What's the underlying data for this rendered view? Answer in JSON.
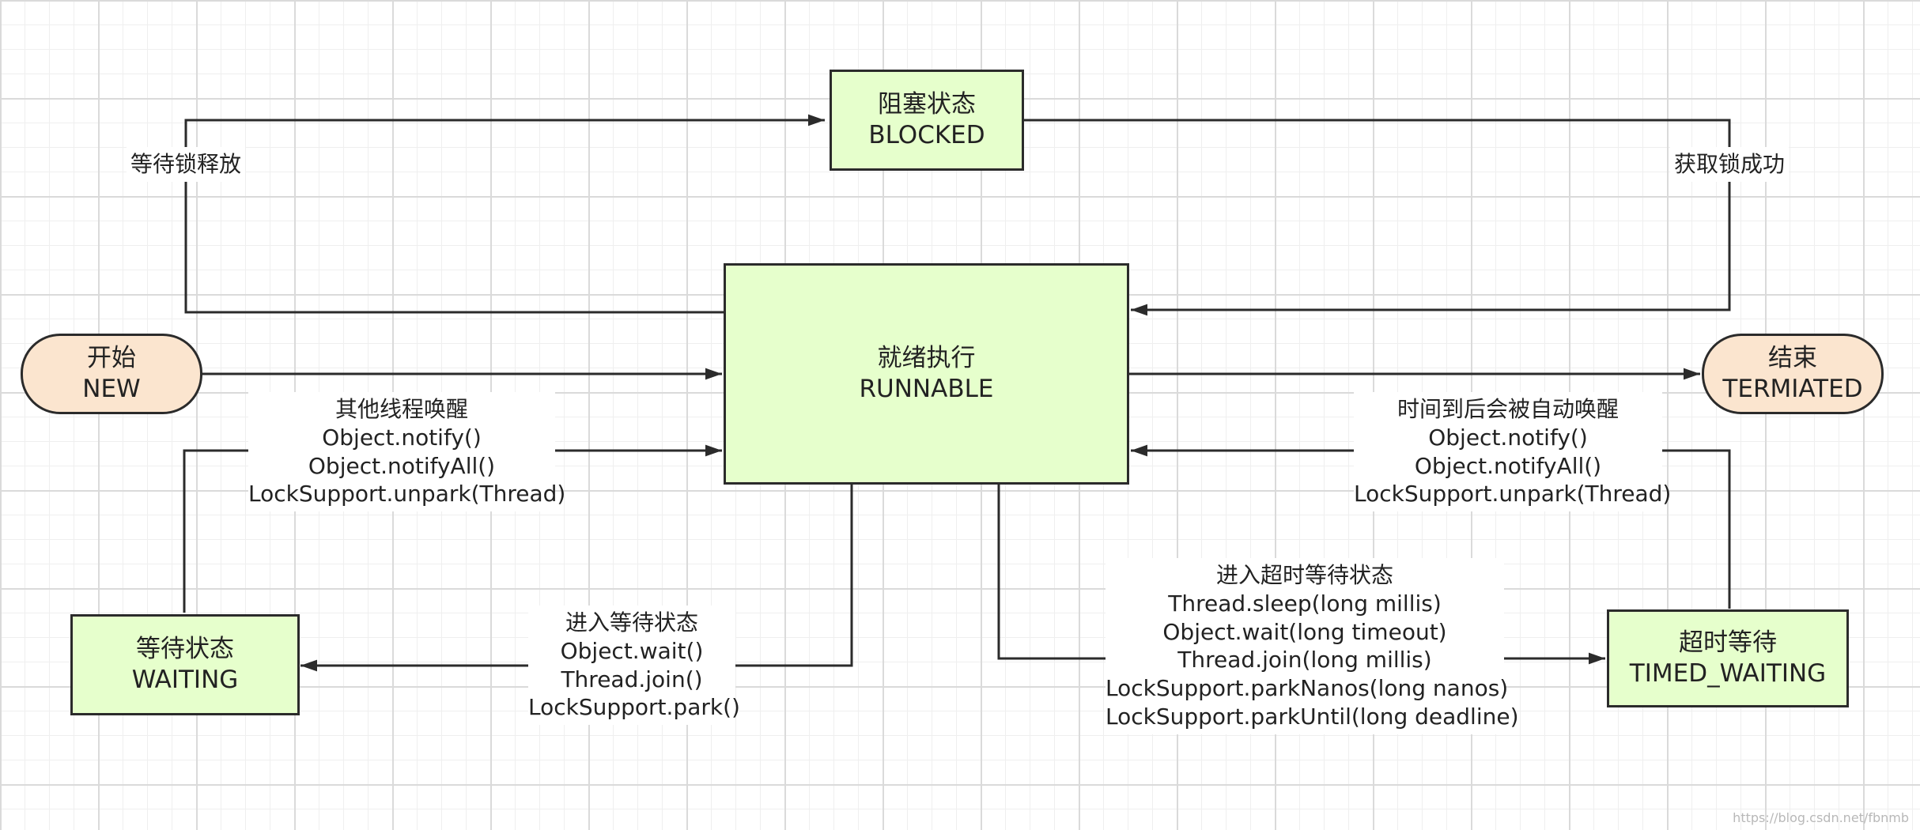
{
  "nodes": {
    "blocked": {
      "zh": "阻塞状态",
      "en": "BLOCKED"
    },
    "runnable": {
      "zh": "就绪执行",
      "en": "RUNNABLE"
    },
    "start": {
      "zh": "开始",
      "en": "NEW"
    },
    "end": {
      "zh": "结束",
      "en": "TERMIATED"
    },
    "waiting": {
      "zh": "等待状态",
      "en": "WAITING"
    },
    "timed_waiting": {
      "zh": "超时等待",
      "en": "TIMED_WAITING"
    }
  },
  "edges": {
    "wait_lock": {
      "lines": [
        "等待锁释放"
      ]
    },
    "acquire_lock": {
      "lines": [
        "获取锁成功"
      ]
    },
    "waiting_to_runnable": {
      "lines": [
        "其他线程唤醒",
        "Object.notify()",
        "Object.notifyAll()",
        "LockSupport.unpark(Thread)"
      ]
    },
    "runnable_to_waiting": {
      "lines": [
        "进入等待状态",
        "Object.wait()",
        "Thread.join()",
        "LockSupport.park()"
      ]
    },
    "timed_to_runnable": {
      "lines": [
        "时间到后会被自动唤醒",
        "Object.notify()",
        "Object.notifyAll()",
        "LockSupport.unpark(Thread)"
      ]
    },
    "runnable_to_timed": {
      "lines": [
        "进入超时等待状态",
        "Thread.sleep(long millis)",
        "Object.wait(long timeout)",
        "Thread.join(long millis)",
        "LockSupport.parkNanos(long nanos)",
        "LockSupport.parkUntil(long deadline)"
      ]
    }
  },
  "watermark": "https://blog.csdn.net/fbnmb",
  "colors": {
    "state_fill": "#e6ffcc",
    "terminal_fill": "#fbe5cf",
    "stroke": "#2b2b2b"
  }
}
